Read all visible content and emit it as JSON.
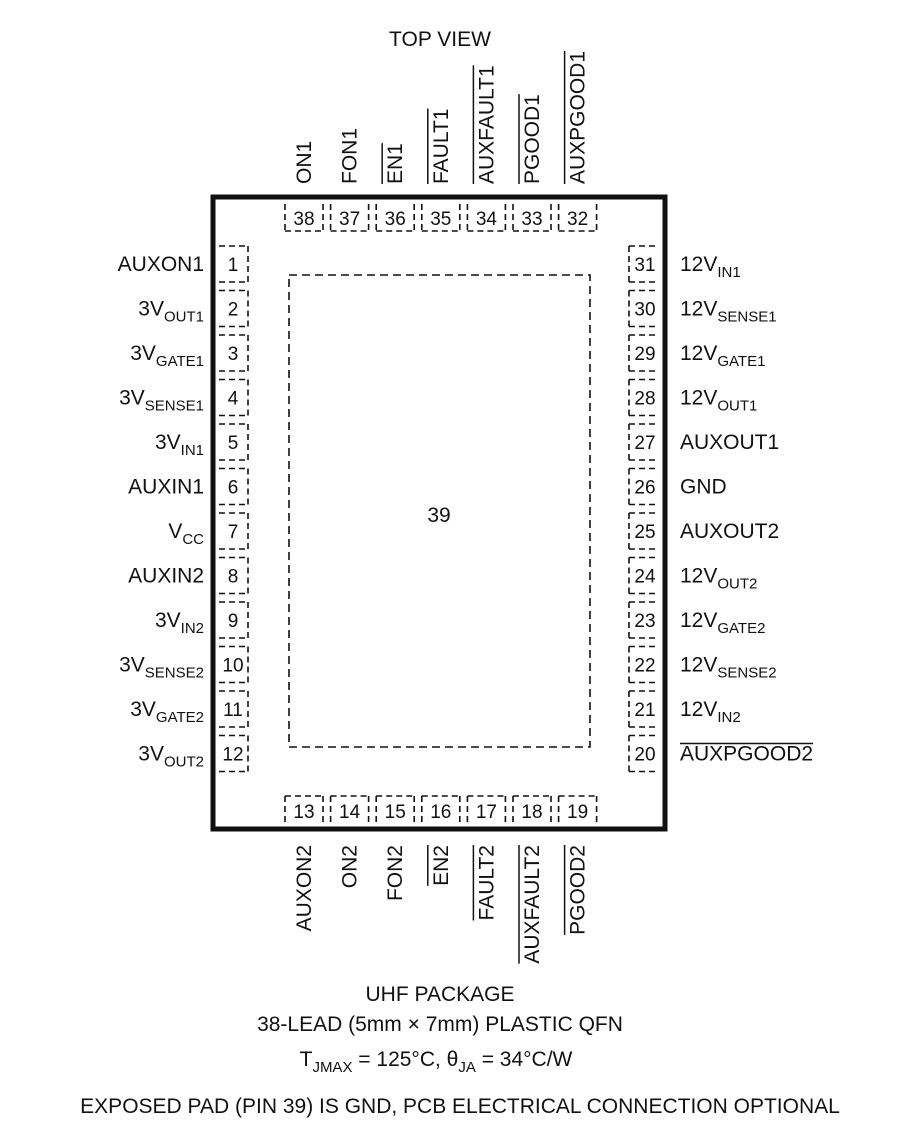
{
  "header": {
    "title": "TOP VIEW"
  },
  "colors": {
    "line": "#111111",
    "background": "#ffffff"
  },
  "exposed_pad": {
    "number": "39"
  },
  "pins": {
    "left": [
      {
        "number": "1",
        "label": {
          "base": "AUXON1",
          "sub": ""
        }
      },
      {
        "number": "2",
        "label": {
          "base": "3V",
          "sub": "OUT1"
        }
      },
      {
        "number": "3",
        "label": {
          "base": "3V",
          "sub": "GATE1"
        }
      },
      {
        "number": "4",
        "label": {
          "base": "3V",
          "sub": "SENSE1"
        }
      },
      {
        "number": "5",
        "label": {
          "base": "3V",
          "sub": "IN1"
        }
      },
      {
        "number": "6",
        "label": {
          "base": "AUXIN1",
          "sub": ""
        }
      },
      {
        "number": "7",
        "label": {
          "base": "V",
          "sub": "CC"
        }
      },
      {
        "number": "8",
        "label": {
          "base": "AUXIN2",
          "sub": ""
        }
      },
      {
        "number": "9",
        "label": {
          "base": "3V",
          "sub": "IN2"
        }
      },
      {
        "number": "10",
        "label": {
          "base": "3V",
          "sub": "SENSE2"
        }
      },
      {
        "number": "11",
        "label": {
          "base": "3V",
          "sub": "GATE2"
        }
      },
      {
        "number": "12",
        "label": {
          "base": "3V",
          "sub": "OUT2"
        }
      }
    ],
    "right": [
      {
        "number": "31",
        "label": {
          "base": "12V",
          "sub": "IN1"
        }
      },
      {
        "number": "30",
        "label": {
          "base": "12V",
          "sub": "SENSE1"
        }
      },
      {
        "number": "29",
        "label": {
          "base": "12V",
          "sub": "GATE1"
        }
      },
      {
        "number": "28",
        "label": {
          "base": "12V",
          "sub": "OUT1"
        }
      },
      {
        "number": "27",
        "label": {
          "base": "AUXOUT1",
          "sub": ""
        }
      },
      {
        "number": "26",
        "label": {
          "base": "GND",
          "sub": ""
        }
      },
      {
        "number": "25",
        "label": {
          "base": "AUXOUT2",
          "sub": ""
        }
      },
      {
        "number": "24",
        "label": {
          "base": "12V",
          "sub": "OUT2"
        }
      },
      {
        "number": "23",
        "label": {
          "base": "12V",
          "sub": "GATE2"
        }
      },
      {
        "number": "22",
        "label": {
          "base": "12V",
          "sub": "SENSE2"
        }
      },
      {
        "number": "21",
        "label": {
          "base": "12V",
          "sub": "IN2"
        }
      },
      {
        "number": "20",
        "label": {
          "base": "AUXPGOOD2",
          "sub": "",
          "overline": true
        }
      }
    ],
    "top": [
      {
        "number": "38",
        "label": "ON1",
        "overline": false
      },
      {
        "number": "37",
        "label": "FON1",
        "overline": false
      },
      {
        "number": "36",
        "label": "EN1",
        "overline": true
      },
      {
        "number": "35",
        "label": "FAULT1",
        "overline": true
      },
      {
        "number": "34",
        "label": "AUXFAULT1",
        "overline": true
      },
      {
        "number": "33",
        "label": "PGOOD1",
        "overline": true
      },
      {
        "number": "32",
        "label": "AUXPGOOD1",
        "overline": true
      }
    ],
    "bottom": [
      {
        "number": "13",
        "label": "AUXON2",
        "overline": false
      },
      {
        "number": "14",
        "label": "ON2",
        "overline": false
      },
      {
        "number": "15",
        "label": "FON2",
        "overline": false
      },
      {
        "number": "16",
        "label": "EN2",
        "overline": true
      },
      {
        "number": "17",
        "label": "FAULT2",
        "overline": true
      },
      {
        "number": "18",
        "label": "AUXFAULT2",
        "overline": true
      },
      {
        "number": "19",
        "label": "PGOOD2",
        "overline": true
      }
    ]
  },
  "footer": {
    "package": "UHF PACKAGE",
    "lead_desc": "38-LEAD (5mm × 7mm) PLASTIC QFN",
    "thermal": {
      "t": "T",
      "t_sub": "JMAX",
      "t_val": " = 125°C, ",
      "theta": "θ",
      "theta_sub": "JA",
      "theta_val": " = 34°C/W"
    },
    "note": "EXPOSED PAD (PIN 39) IS GND, PCB ELECTRICAL CONNECTION OPTIONAL"
  }
}
